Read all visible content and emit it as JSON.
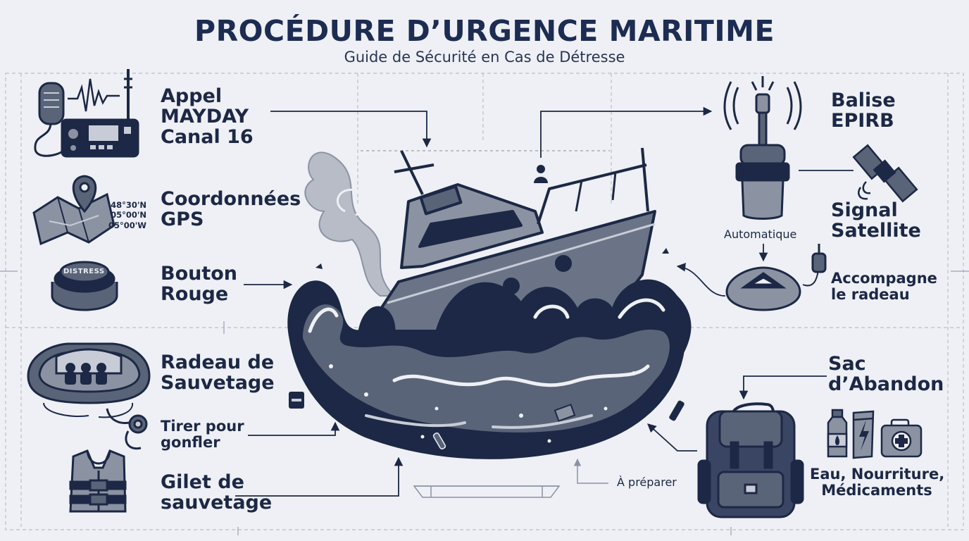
{
  "title": "PROCÉDURE D’URGENCE MARITIME",
  "subtitle": "Guide de Sécurité en Cas de Détresse",
  "left_steps": {
    "mayday": [
      "Appel",
      "MAYDAY",
      "Canal 16"
    ],
    "gps": [
      "Coordonnées",
      "GPS"
    ],
    "gps_coords": [
      "48°30'N",
      "05°00'N",
      "05°00'W"
    ],
    "button": [
      "Bouton",
      "Rouge"
    ],
    "button_text": "DISTRESS",
    "raft": [
      "Radeau de",
      "Sauvetage"
    ],
    "pull": [
      "Tirer pour",
      "gonfler"
    ],
    "vest": [
      "Gilet de",
      "sauvetage"
    ]
  },
  "right_steps": {
    "epirb": [
      "Balise",
      "EPIRB"
    ],
    "automatic": "Automatique",
    "signal": [
      "Signal",
      "Satellite"
    ],
    "accompany": [
      "Accompagne",
      "le radeau"
    ],
    "bag": [
      "Sac",
      "d’Abandon"
    ],
    "supplies": [
      "Eau, Nourriture,",
      "Médicaments"
    ],
    "prepare": "À préparer"
  },
  "colors": {
    "navy": "#1c2845",
    "slate": "#5a6478",
    "grey": "#8b93a3",
    "light": "#c7ccd6",
    "background": "#eef0f5"
  },
  "icons": [
    "vhf-radio-icon",
    "map-pin-icon",
    "distress-button-icon",
    "life-raft-icon",
    "inflation-handle-icon",
    "life-vest-icon",
    "boat-in-waves-icon",
    "epirb-beacon-icon",
    "satellite-icon",
    "raft-beacon-icon",
    "backpack-icon",
    "water-bottle-icon",
    "food-bar-icon",
    "first-aid-icon"
  ]
}
